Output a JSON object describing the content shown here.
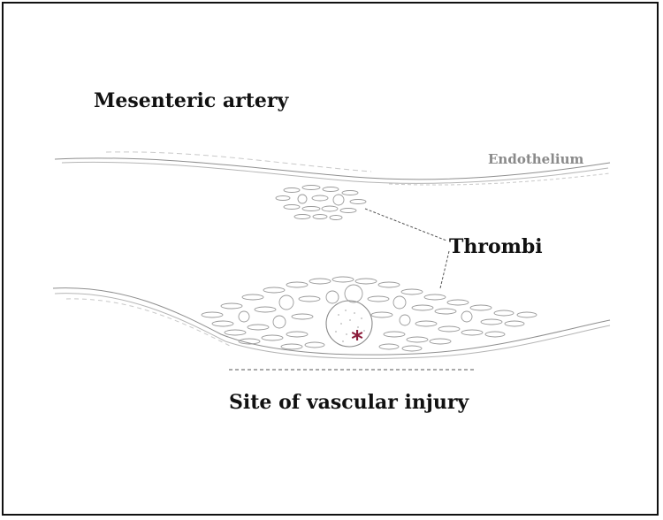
{
  "figure": {
    "title": "Mesenteric artery",
    "labels": {
      "endothelium": "Endothelium",
      "thrombi": "Thrombi",
      "injury_site": "Site of vascular injury",
      "asterisk": "*"
    },
    "colors": {
      "sketch_line": "#9a9a9a",
      "text": "#111111",
      "endothelium_label": "#8a8a8a",
      "asterisk": "#8b1c3a",
      "frame": "#111111"
    }
  }
}
